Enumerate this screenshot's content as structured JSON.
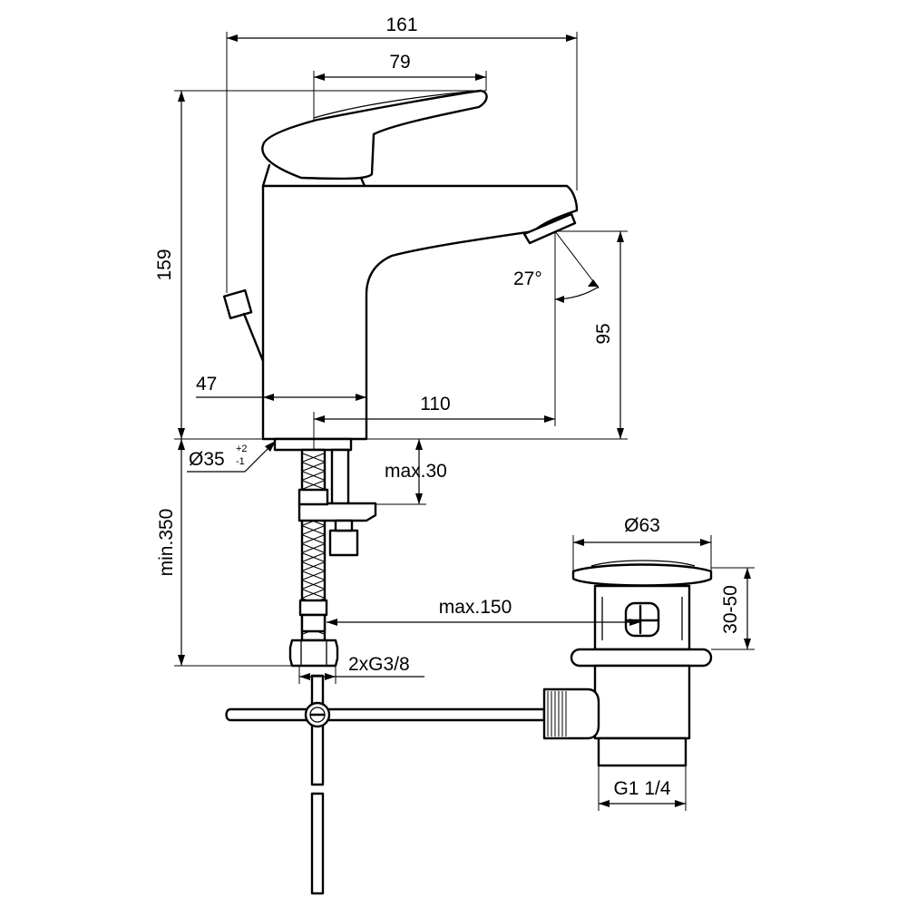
{
  "dimensions": {
    "overall_width": "161",
    "lever_length": "79",
    "total_height": "159",
    "spout_height": "95",
    "body_offset": "47",
    "spout_reach": "110",
    "spout_angle": "27°",
    "base_diameter": "Ø35",
    "base_tol_plus": "+2",
    "base_tol_minus": "-1",
    "max_deck_thickness": "max.30",
    "min_supply_length": "min.350",
    "pop_up_rod_reach": "max.150",
    "supply_connection": "2xG3/8",
    "waste_diameter": "Ø63",
    "waste_height_range": "30-50",
    "waste_thread": "G1 1/4"
  }
}
